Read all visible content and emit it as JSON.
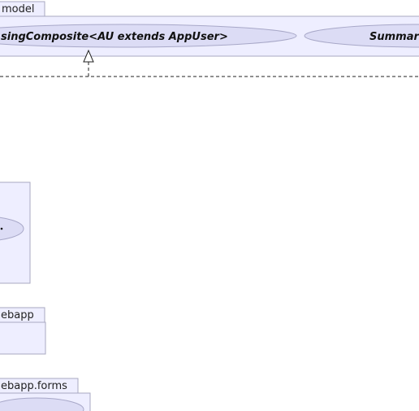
{
  "packages": {
    "model": {
      "label": "model"
    },
    "webapp": {
      "label": "ebapp"
    },
    "webapp_forms": {
      "label": "ebapp.forms"
    }
  },
  "interfaces": {
    "composite": {
      "label": "singComposite<AU extends AppUser>"
    },
    "summary": {
      "label": "Summar"
    }
  },
  "colors": {
    "package_fill": "#eeeeff",
    "package_border": "#a8a8c0",
    "ellipse_fill": "#dcdcf5",
    "line": "#222222"
  }
}
